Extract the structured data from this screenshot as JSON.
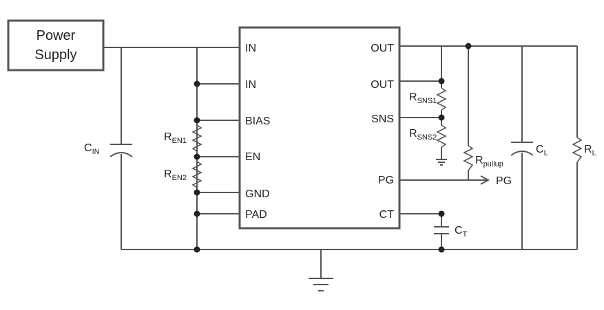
{
  "power_supply": {
    "line1": "Power",
    "line2": "Supply"
  },
  "ic": {
    "left_pins": [
      "IN",
      "IN",
      "BIAS",
      "EN",
      "GND",
      "PAD"
    ],
    "right_pins": [
      "OUT",
      "OUT",
      "SNS",
      "PG",
      "CT"
    ]
  },
  "components": {
    "cin": {
      "main": "C",
      "sub": "IN"
    },
    "ren1": {
      "main": "R",
      "sub": "EN1"
    },
    "ren2": {
      "main": "R",
      "sub": "EN2"
    },
    "rsns1": {
      "main": "R",
      "sub": "SNS1"
    },
    "rsns2": {
      "main": "R",
      "sub": "SNS2"
    },
    "rpullup": {
      "main": "R",
      "sub": "pullup"
    },
    "cl": {
      "main": "C",
      "sub": "L"
    },
    "rl": {
      "main": "R",
      "sub": "L"
    },
    "ct": {
      "main": "C",
      "sub": "T"
    }
  },
  "pg_output": "PG"
}
